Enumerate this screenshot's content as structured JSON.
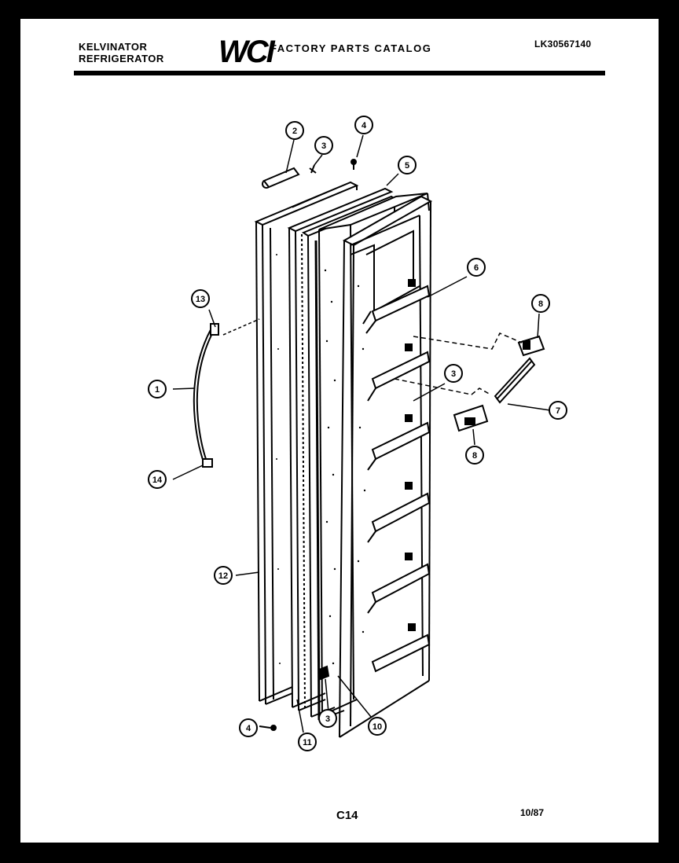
{
  "header": {
    "brand_line1": "KELVINATOR",
    "brand_line2": "REFRIGERATOR",
    "logo": "WCI",
    "catalog_title": "FACTORY PARTS CATALOG",
    "catalog_number": "LK30567140"
  },
  "footer": {
    "page_code": "C14",
    "date": "10/87"
  },
  "callouts": [
    {
      "id": "c1",
      "label": "1"
    },
    {
      "id": "c2",
      "label": "2"
    },
    {
      "id": "c3a",
      "label": "3"
    },
    {
      "id": "c4a",
      "label": "4"
    },
    {
      "id": "c5",
      "label": "5"
    },
    {
      "id": "c6",
      "label": "6"
    },
    {
      "id": "c8a",
      "label": "8"
    },
    {
      "id": "c3b",
      "label": "3"
    },
    {
      "id": "c7",
      "label": "7"
    },
    {
      "id": "c8b",
      "label": "8"
    },
    {
      "id": "c13",
      "label": "13"
    },
    {
      "id": "c14",
      "label": "14"
    },
    {
      "id": "c12",
      "label": "12"
    },
    {
      "id": "c4b",
      "label": "4"
    },
    {
      "id": "c11",
      "label": "11"
    },
    {
      "id": "c3c",
      "label": "3"
    },
    {
      "id": "c10",
      "label": "10"
    }
  ]
}
